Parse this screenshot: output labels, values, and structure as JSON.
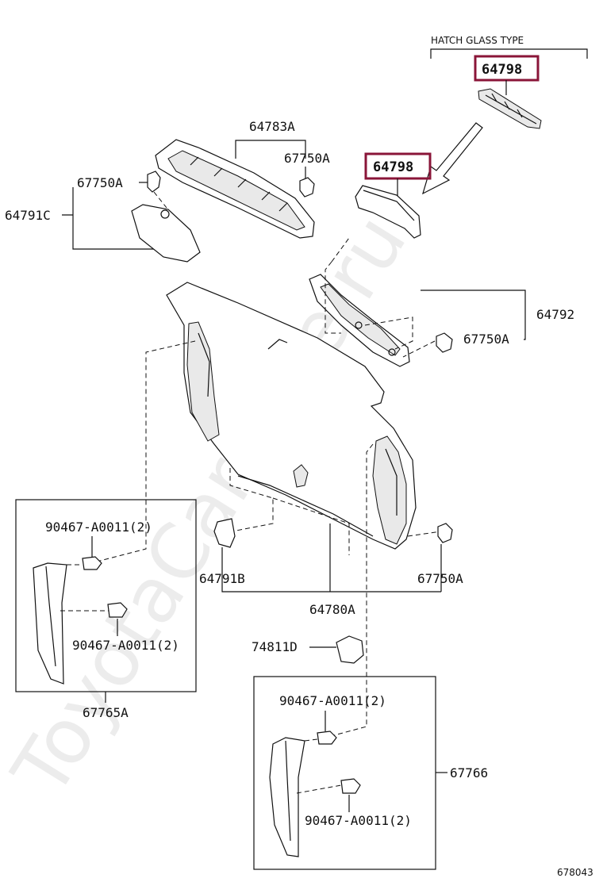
{
  "diagram": {
    "watermark": "ToyotaCarMine.ru",
    "figure_number": "678043",
    "hatch_glass_type_label": "HATCH GLASS TYPE",
    "highlight_color": "#8a1538",
    "parts": {
      "p64798_top": "64798",
      "p64798_mid": "64798",
      "p64783A": "64783A",
      "p67750A_1": "67750A",
      "p67750A_2": "67750A",
      "p64791C": "64791C",
      "p64792": "64792",
      "p67750A_3": "67750A",
      "p90467_1": "90467-A0011(2)",
      "p90467_2": "90467-A0011(2)",
      "p67765A": "67765A",
      "p64791B": "64791B",
      "p67750A_4": "67750A",
      "p64780A": "64780A",
      "p74811D": "74811D",
      "p90467_3": "90467-A0011(2)",
      "p90467_4": "90467-A0011(2)",
      "p67766": "67766"
    }
  }
}
